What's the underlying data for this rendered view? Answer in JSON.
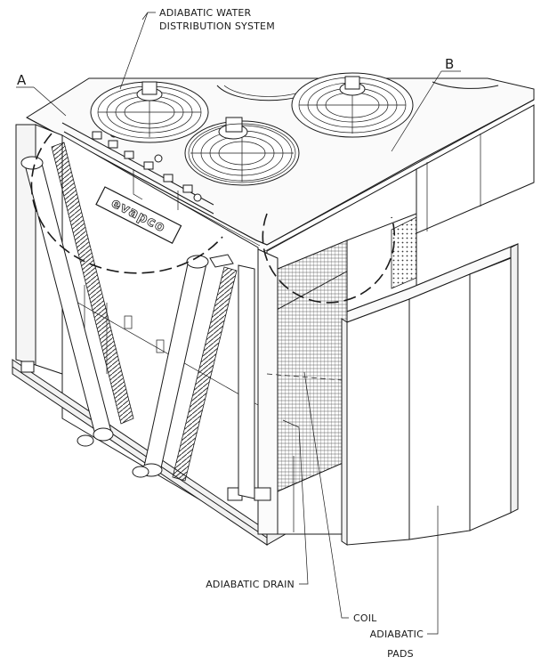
{
  "labels": {
    "water_system_line1": "ADIABATIC WATER",
    "water_system_line2": "DISTRIBUTION SYSTEM",
    "callout_a": "A",
    "callout_b": "B",
    "drain": "ADIABATIC DRAIN",
    "coil": "COIL",
    "pads_line1": "ADIABATIC",
    "pads_line2": "PADS"
  },
  "logo_text": "evapco",
  "colors": {
    "line": "#1a1a1a",
    "background": "#ffffff",
    "panel": "#fafafa",
    "shade": "#e9e9e9"
  }
}
